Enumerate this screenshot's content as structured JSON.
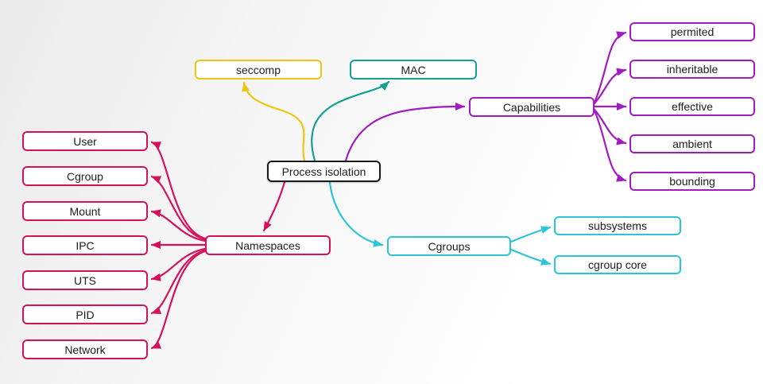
{
  "root": {
    "label": "Process isolation",
    "color": "#1b1b1b"
  },
  "branches": {
    "seccomp": {
      "label": "seccomp",
      "color": "#eec513"
    },
    "mac": {
      "label": "MAC",
      "color": "#13a18f"
    },
    "capabilities": {
      "label": "Capabilities",
      "color": "#a21bc2",
      "children": [
        {
          "label": "permited"
        },
        {
          "label": "inheritable"
        },
        {
          "label": "effective"
        },
        {
          "label": "ambient"
        },
        {
          "label": "bounding"
        }
      ]
    },
    "namespaces": {
      "label": "Namespaces",
      "color": "#d6115c",
      "children": [
        {
          "label": "User"
        },
        {
          "label": "Cgroup"
        },
        {
          "label": "Mount"
        },
        {
          "label": "IPC"
        },
        {
          "label": "UTS"
        },
        {
          "label": "PID"
        },
        {
          "label": "Network"
        }
      ]
    },
    "cgroups": {
      "label": "Cgroups",
      "color": "#2bc4d9",
      "children": [
        {
          "label": "subsystems"
        },
        {
          "label": "cgroup core"
        }
      ]
    }
  }
}
